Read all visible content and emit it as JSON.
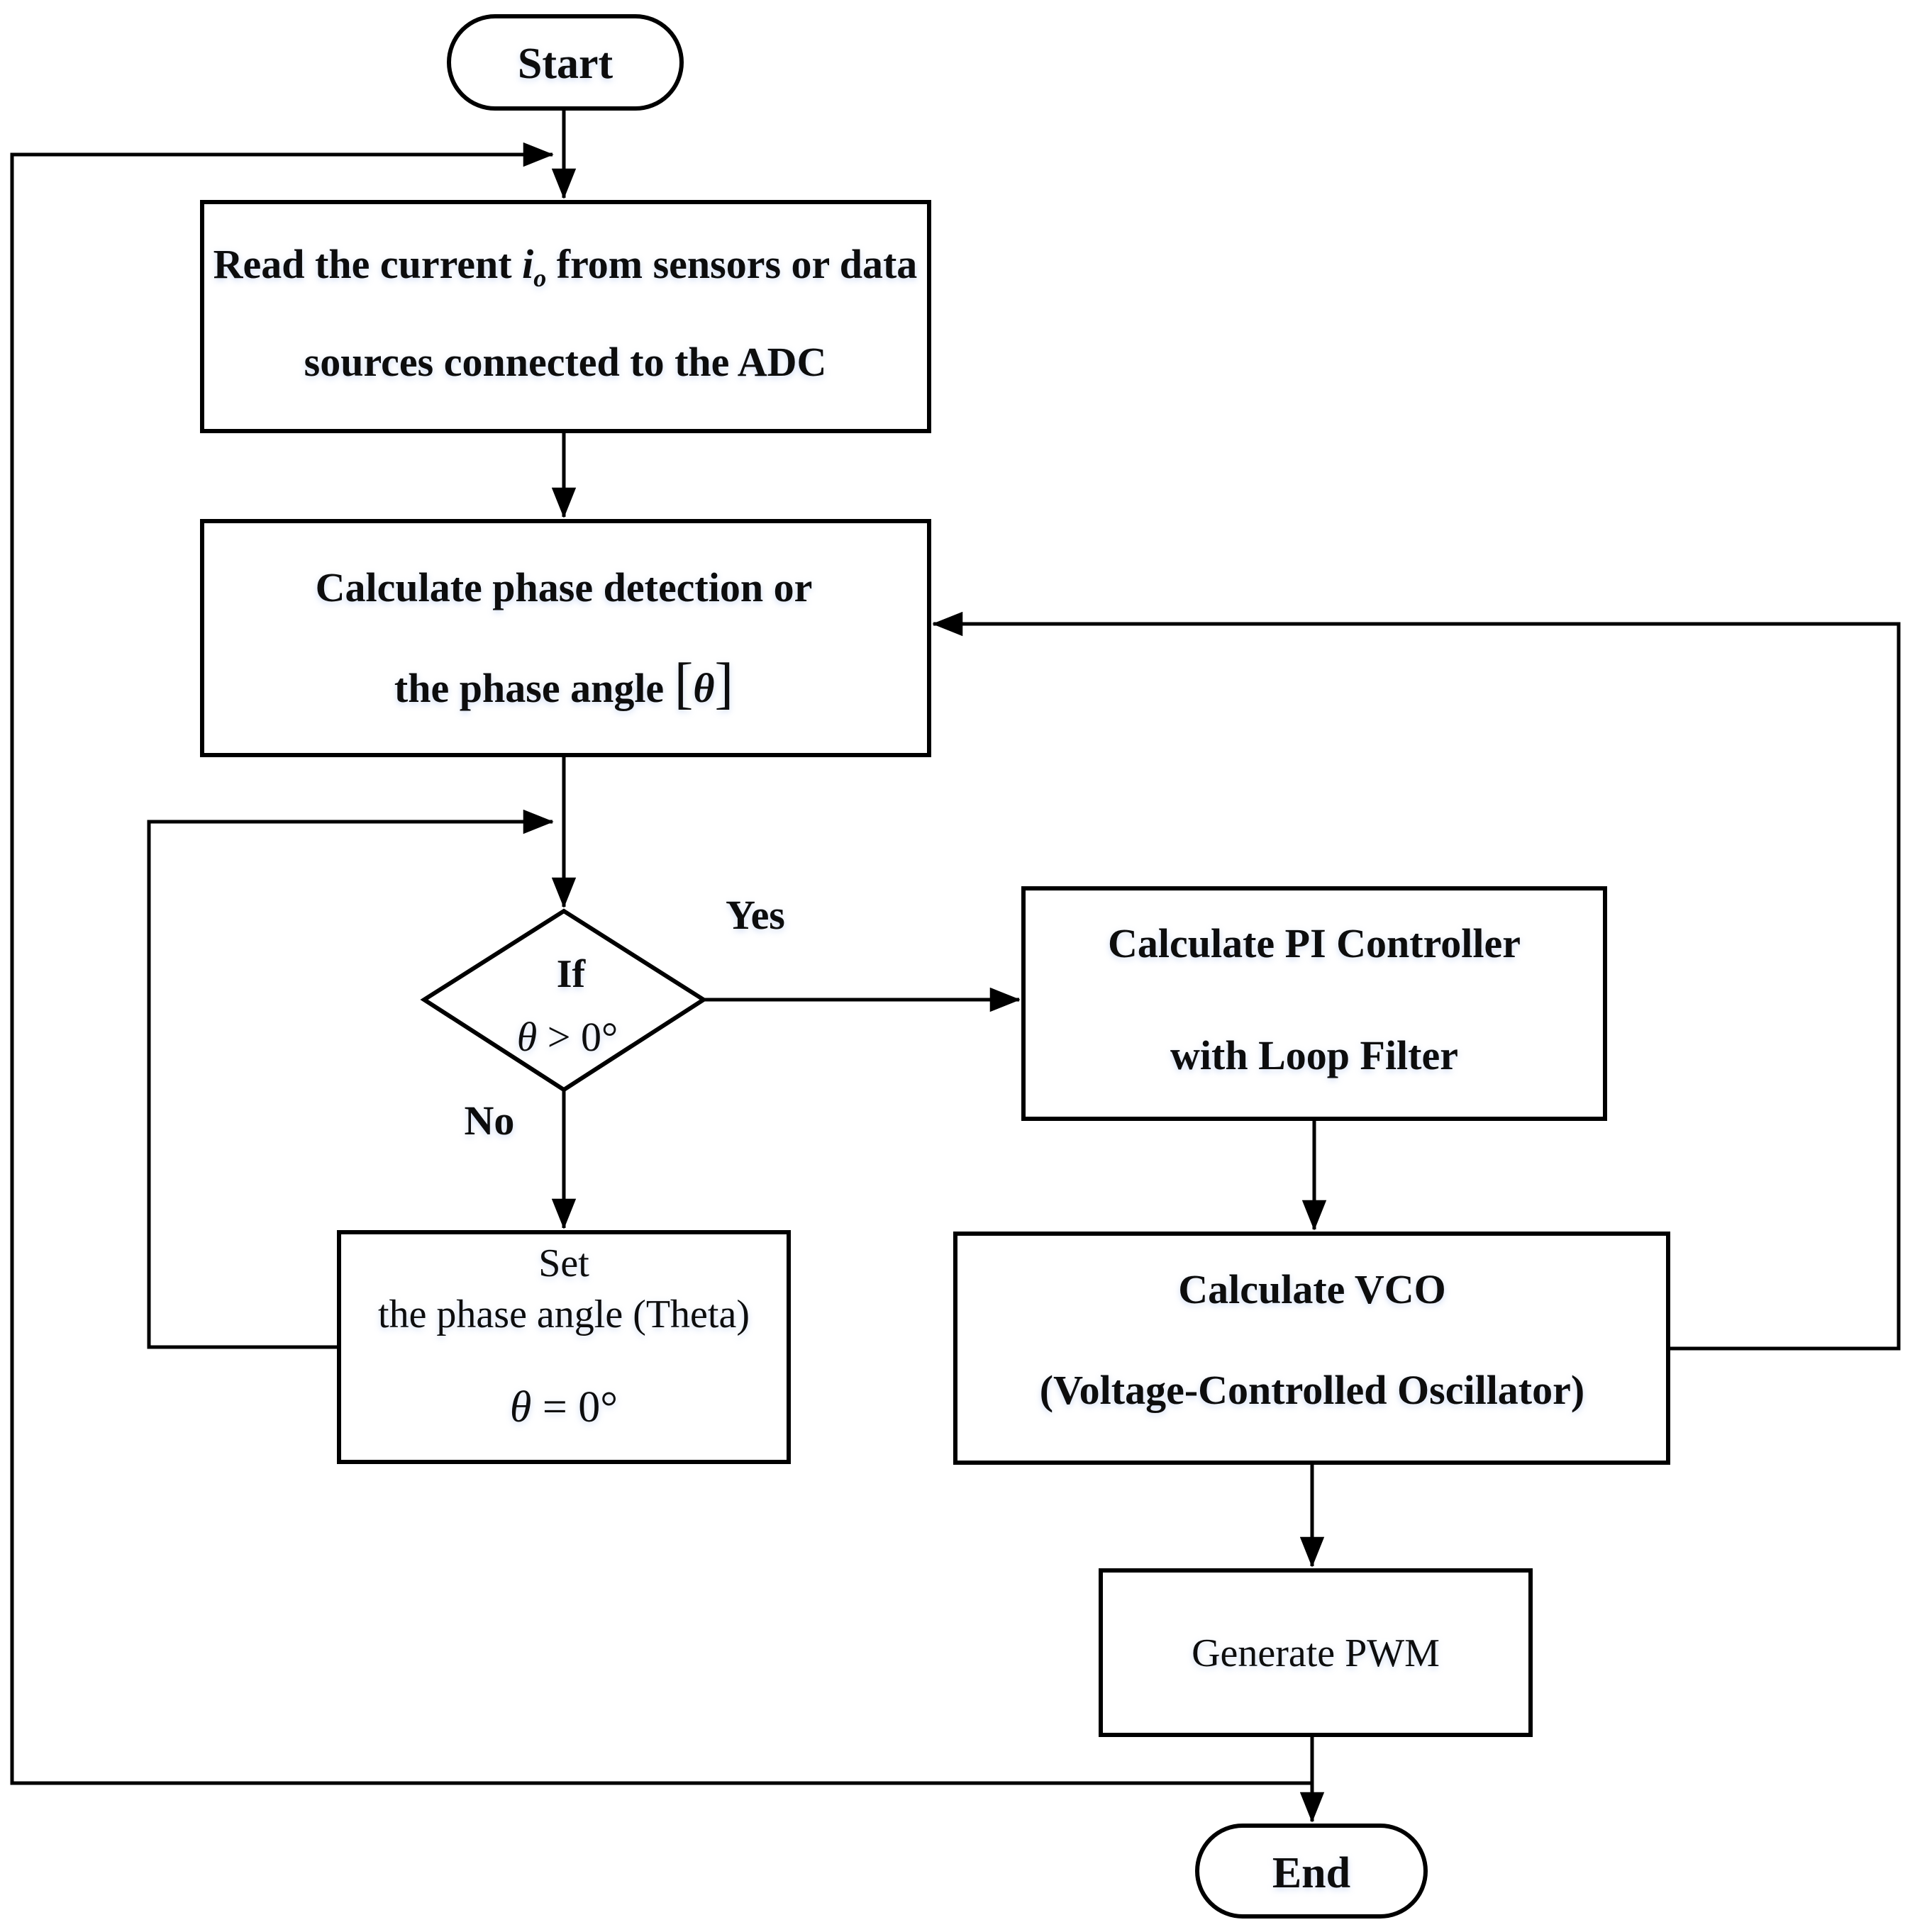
{
  "figure": {
    "type": "flowchart",
    "colors": {
      "background": "#ffffff",
      "line": "#000000",
      "text": "#0d0d0d"
    }
  },
  "nodes": {
    "start": {
      "label": "Start"
    },
    "read": {
      "line1": {
        "pre": "Read the current ",
        "var": "i",
        "sub": "o",
        "post": " from sensors or data"
      },
      "line2": "sources connected to the ADC"
    },
    "calc": {
      "line1": "Calculate phase detection or",
      "line2": {
        "pre": "the phase angle ",
        "open": "[",
        "theta": "θ",
        "close": "]"
      }
    },
    "decision": {
      "keyword": "If",
      "theta": "θ",
      "cond": " > 0°"
    },
    "pi": {
      "line1": "Calculate PI Controller",
      "line2": "with Loop Filter"
    },
    "set": {
      "line1": "Set",
      "line2": "the phase angle (Theta)",
      "theta": "θ",
      "eq": " = 0°"
    },
    "vco": {
      "line1": "Calculate VCO",
      "line2": "(Voltage-Controlled Oscillator)"
    },
    "pwm": {
      "label": "Generate PWM"
    },
    "end": {
      "label": "End"
    }
  },
  "edges": {
    "yes_label": "Yes",
    "no_label": "No"
  }
}
